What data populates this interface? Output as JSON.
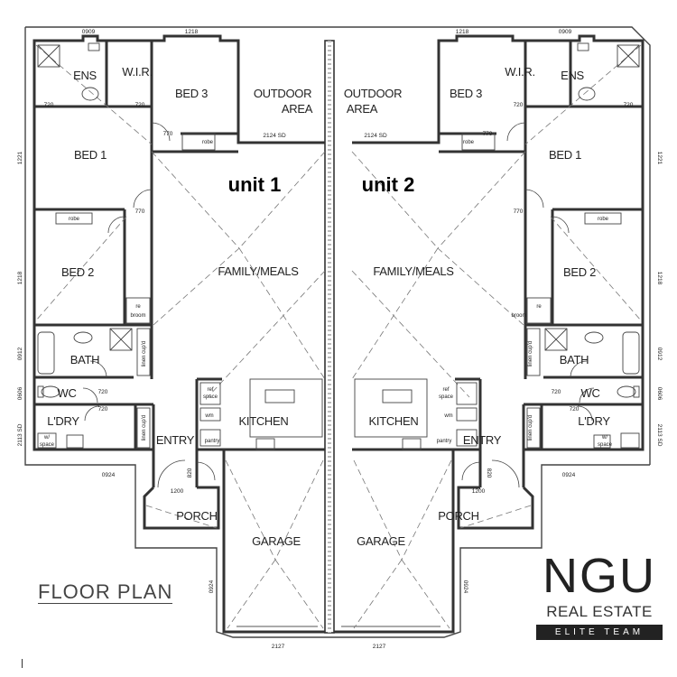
{
  "title": "FLOOR PLAN",
  "brand": {
    "name": "NGU",
    "subtitle": "REAL ESTATE",
    "tagline": "ELITE TEAM"
  },
  "units": {
    "left": "unit 1",
    "right": "unit 2"
  },
  "rooms": {
    "ens": "ENS",
    "wir": "W.I.R.",
    "bed1": "BED 1",
    "bed2": "BED 2",
    "bed3": "BED 3",
    "outdoor_line1": "OUTDOOR",
    "outdoor_line2": "AREA",
    "family": "FAMILY/MEALS",
    "bath": "BATH",
    "wc": "WC",
    "ldry": "L'DRY",
    "entry": "ENTRY",
    "kitchen": "KITCHEN",
    "porch": "PORCH",
    "garage": "GARAGE"
  },
  "fixtures": {
    "robe": "robe",
    "broom_line1": "re",
    "broom_line2": "broom",
    "linen": "linen cup'd",
    "pantry": "pantry",
    "ref_line1": "ref",
    "ref_line2": "space",
    "wm": "wm",
    "ws_line1": "w/",
    "ws_line2": "space"
  },
  "dimensions": {
    "d0909": "0909",
    "d1218": "1218",
    "d720": "720",
    "d770": "770",
    "d1221": "1221",
    "d2124sd": "2124 SD",
    "d0912": "0912",
    "d0606": "0606",
    "d2113sd": "2113 SD",
    "d0924": "0924",
    "d1200": "1200",
    "d820": "820",
    "d2127": "2127",
    "d1221b": "1221"
  }
}
